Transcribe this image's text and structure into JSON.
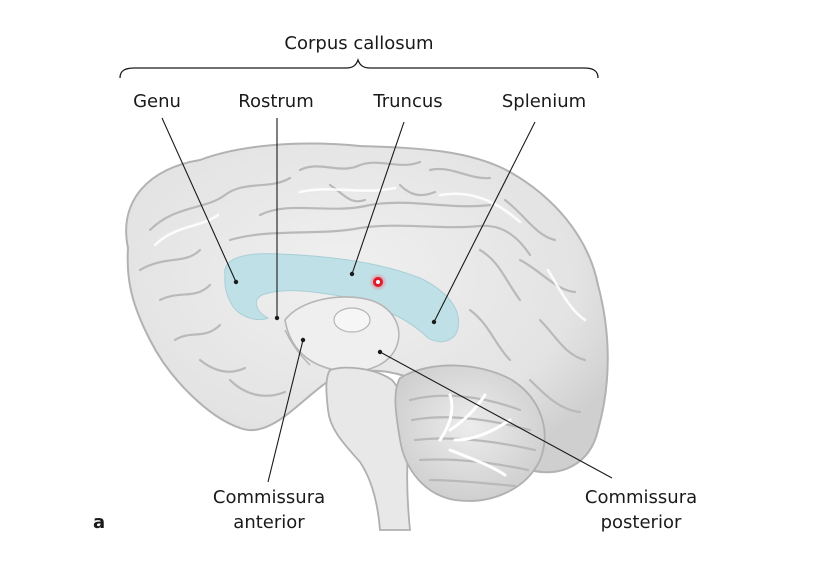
{
  "figure": {
    "panel_letter": "a",
    "bracket_label": "Corpus callosum",
    "labels": {
      "genu": "Genu",
      "rostrum": "Rostrum",
      "truncus": "Truncus",
      "splenium": "Splenium",
      "commissura_anterior_line1": "Commissura",
      "commissura_anterior_line2": "anterior",
      "commissura_posterior_line1": "Commissura",
      "commissura_posterior_line2": "posterior"
    },
    "colors": {
      "corpus_callosum_highlight": "#bfe0e6",
      "brain_fill": "#e6e6e6",
      "brain_outline": "#b5b5b5",
      "marker": "#e0192b"
    }
  }
}
